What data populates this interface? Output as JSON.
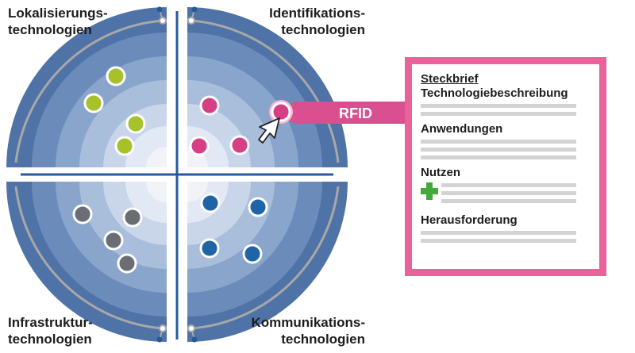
{
  "quadrants": {
    "top_left": {
      "line1": "Lokalisierungs-",
      "line2": "technologien"
    },
    "top_right": {
      "line1": "Identifikations-",
      "line2": "technologien"
    },
    "bottom_left": {
      "line1": "Infrastruktur-",
      "line2": "technologien"
    },
    "bottom_right": {
      "line1": "Kommunikations-",
      "line2": "technologien"
    }
  },
  "callout": {
    "label": "RFID"
  },
  "card": {
    "title": "Steckbrief",
    "subtitle": "Technologiebeschreibung",
    "applications": "Anwendungen",
    "benefits": "Nutzen",
    "challenges": "Herausforderung"
  },
  "colors": {
    "ring_outer": "#4f73a7",
    "ring_center": "#f1f3f8",
    "accent_pink": "#d94f8f",
    "card_border": "#e9639a",
    "dot_green": "#a6c12a",
    "dot_pink": "#d83e85",
    "dot_gray": "#6a6e74",
    "dot_blue": "#1e64a6",
    "plus_green": "#45a83c"
  },
  "dots": {
    "top_left_count": 4,
    "top_right_count": 4,
    "bottom_left_count": 4,
    "bottom_right_count": 4
  }
}
